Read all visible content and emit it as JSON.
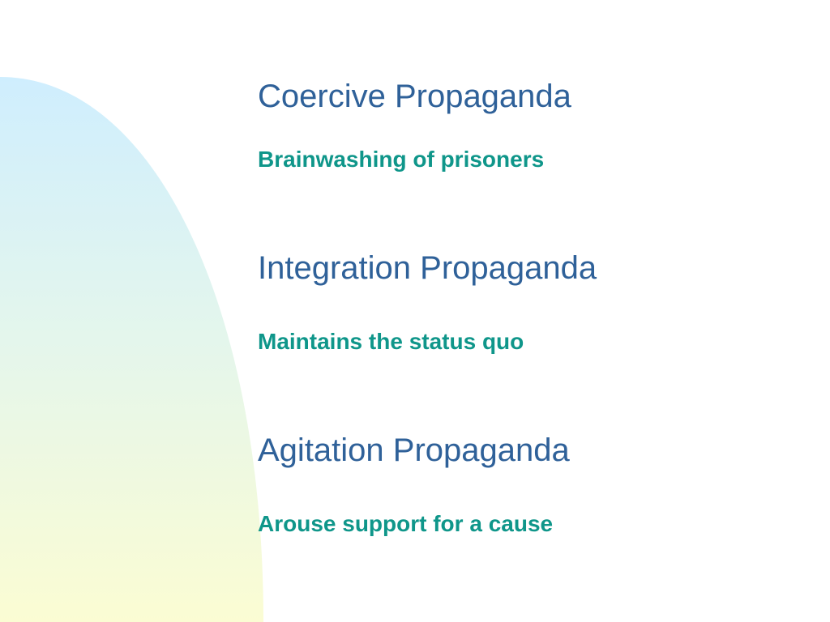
{
  "slide": {
    "sections": [
      {
        "heading": "Coercive Propaganda",
        "description": "Brainwashing of prisoners"
      },
      {
        "heading": "Integration Propaganda",
        "description": "Maintains the status quo"
      },
      {
        "heading": "Agitation Propaganda",
        "description": "Arouse support for a cause"
      }
    ]
  },
  "colors": {
    "heading": "#2f6199",
    "description": "#0f968a",
    "gradient_top": "#cfeefe",
    "gradient_bottom": "#fbfcd3"
  }
}
